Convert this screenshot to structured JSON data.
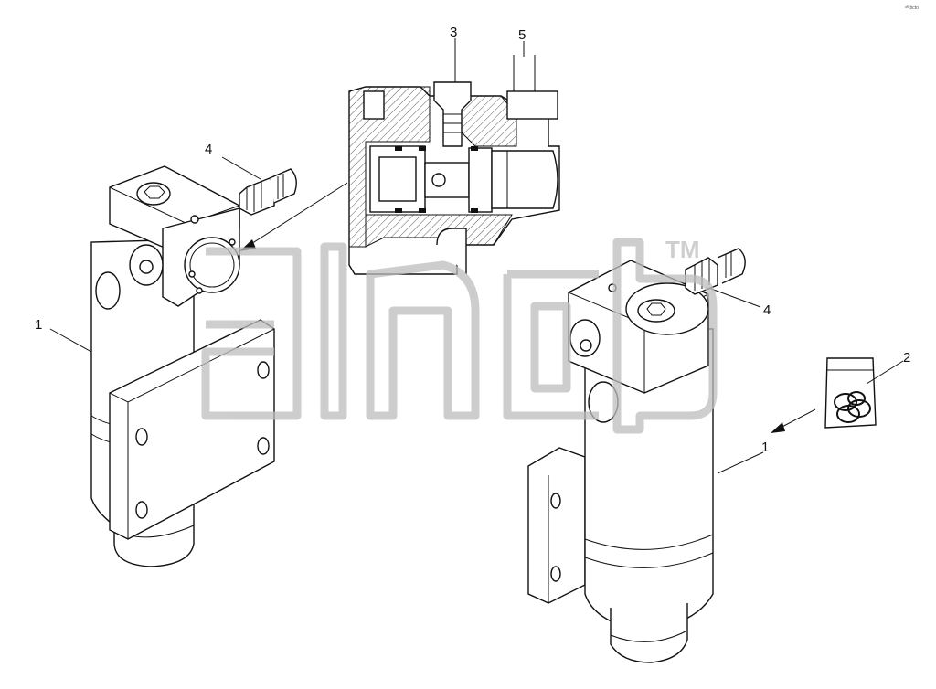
{
  "diagram": {
    "callouts": [
      {
        "id": "callout-1-left",
        "text": "1"
      },
      {
        "id": "callout-4-left",
        "text": "4"
      },
      {
        "id": "callout-3",
        "text": "3"
      },
      {
        "id": "callout-5",
        "text": "5"
      },
      {
        "id": "callout-4-right",
        "text": "4"
      },
      {
        "id": "callout-2",
        "text": "2"
      },
      {
        "id": "callout-1-right",
        "text": "1"
      }
    ],
    "watermark_trademark": "TM",
    "corner_mark": "ᵃᴿ bcto"
  }
}
